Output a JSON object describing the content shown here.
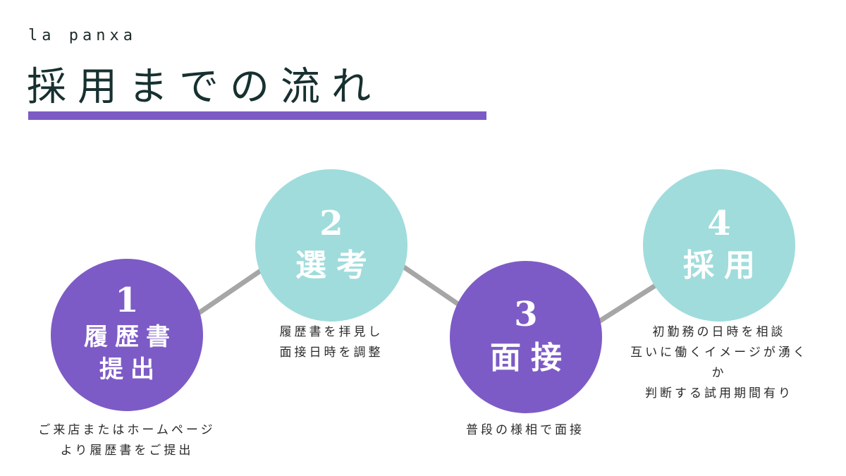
{
  "header": {
    "brand": "la panxa",
    "title": "採用までの流れ"
  },
  "steps": [
    {
      "number": "1",
      "label_lines": [
        "履歴書",
        "提出"
      ],
      "desc_lines": [
        "ご来店またはホームページ",
        "より履歴書をご提出"
      ]
    },
    {
      "number": "2",
      "label_lines": [
        "選考"
      ],
      "desc_lines": [
        "履歴書を拝見し",
        "面接日時を調整"
      ]
    },
    {
      "number": "3",
      "label_lines": [
        "面接"
      ],
      "desc_lines": [
        "普段の様相で面接"
      ]
    },
    {
      "number": "4",
      "label_lines": [
        "採用"
      ],
      "desc_lines": [
        "初勤務の日時を相談",
        "互いに働くイメージが湧く",
        "か",
        "判断する試用期間有り"
      ]
    }
  ],
  "colors": {
    "accent_purple": "#7d5bc6",
    "accent_teal": "#a0dcdc",
    "connector_gray": "#a6a6a6",
    "title_bar": "#7c5cc4"
  }
}
